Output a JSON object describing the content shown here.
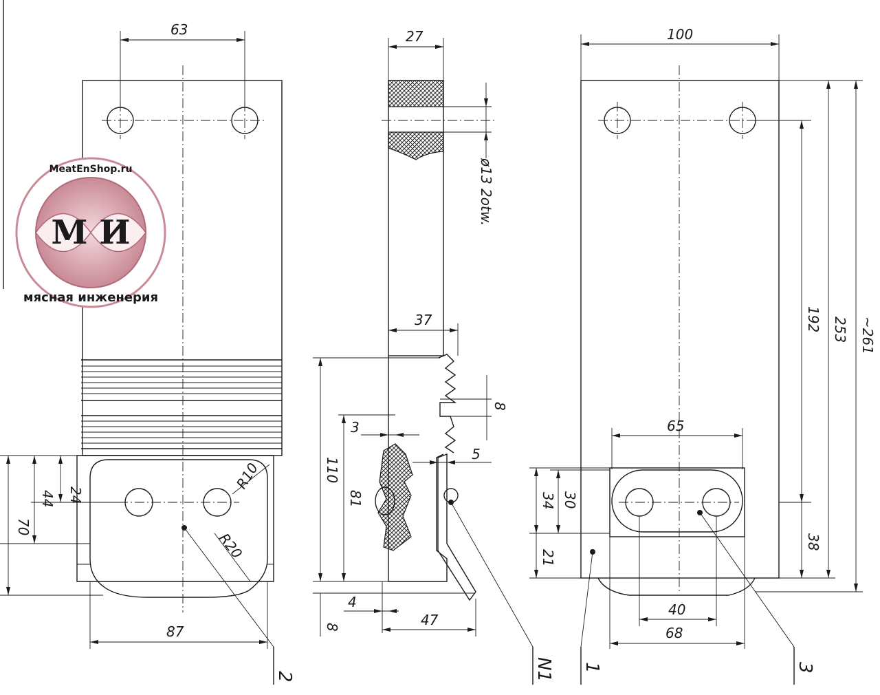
{
  "front_view": {
    "dims": {
      "top_hole_spacing": "63",
      "bottom_width": "87",
      "d24": "24",
      "d44": "44",
      "d70": "70",
      "r10": "R10",
      "r20": "R20"
    },
    "part_label": "2"
  },
  "side_view": {
    "dims": {
      "thickness": "27",
      "hole_note": "ø13 2otw.",
      "d37": "37",
      "d8a": "8",
      "d3": "3",
      "d5": "5",
      "d110": "110",
      "d81": "81",
      "d4": "4",
      "d47": "47",
      "d8b": "8"
    },
    "part_label": "N1"
  },
  "right_view": {
    "dims": {
      "width": "100",
      "d65": "65",
      "d30": "30",
      "d34": "34",
      "d21": "21",
      "d40": "40",
      "d68": "68",
      "d192": "192",
      "d253": "253",
      "d261": "~261",
      "d38": "38"
    },
    "part_labels": [
      "1",
      "3"
    ]
  },
  "watermark": {
    "site": "MeatEnShop.ru",
    "letters": "М И",
    "ring_text": "мясная инженерия"
  }
}
